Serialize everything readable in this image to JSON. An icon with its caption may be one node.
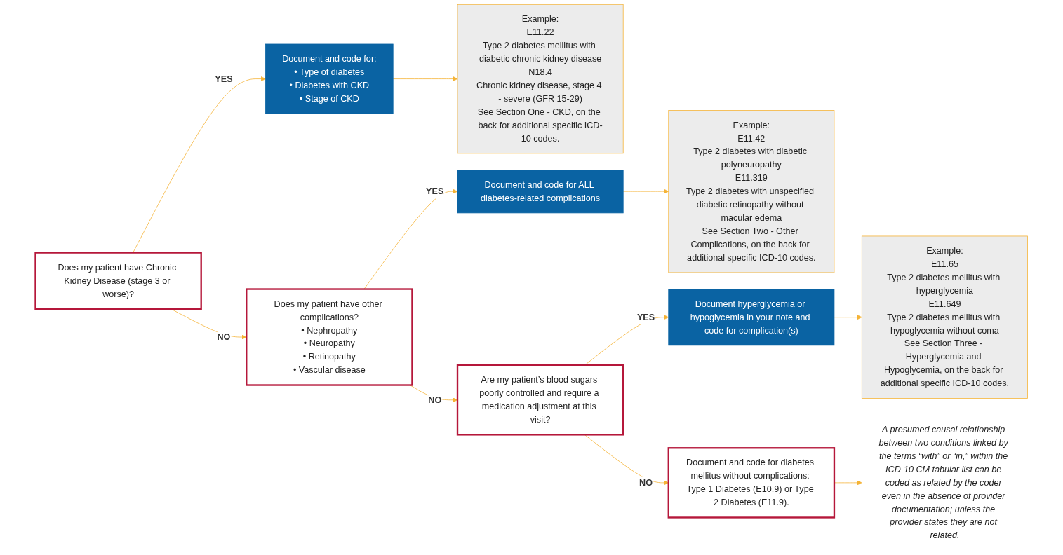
{
  "diagram": {
    "nodes": [
      {
        "text": [
          "Does my patient have Chronic Kidney Disease (stage 3 or worse)?"
        ]
      },
      {
        "text": [
          "Document and code for:",
          "• Type of diabetes",
          "• Diabetes with CKD",
          "• Stage of CKD"
        ]
      },
      {
        "text": [
          "Example:",
          "E11.22",
          "Type 2 diabetes mellitus with diabetic chronic kidney disease",
          "N18.4",
          "Chronic kidney disease, stage 4 - severe (GFR 15-29)",
          "See Section One - CKD, on the back for additional specific ICD-10 codes."
        ]
      },
      {
        "text": [
          "Does my patient have other complications?",
          "• Nephropathy",
          "• Neuropathy",
          "• Retinopathy",
          "• Vascular disease"
        ]
      },
      {
        "text": [
          "Document and code for ALL diabetes-related complications"
        ]
      },
      {
        "text": [
          "Example:",
          "E11.42",
          "Type 2 diabetes with diabetic polyneuropathy",
          "E11.319",
          "Type 2 diabetes with unspecified diabetic retinopathy without macular edema",
          "See Section Two - Other Complications, on the back for additional specific ICD-10 codes."
        ]
      },
      {
        "text": [
          "Are my patient’s blood sugars poorly controlled and require a medication adjustment at this visit?"
        ]
      },
      {
        "text": [
          "Document hyperglycemia or hypoglycemia in your note and code for complication(s)"
        ]
      },
      {
        "text": [
          "Example:",
          "E11.65",
          "Type 2 diabetes mellitus with hyperglycemia",
          "E11.649",
          "Type 2 diabetes mellitus with hypoglycemia without coma",
          "See Section Three - Hyperglycemia and Hypoglycemia, on the back for additional specific ICD-10 codes."
        ]
      },
      {
        "text": [
          "Document and code for diabetes mellitus without complications: Type 1 Diabetes (E10.9) or Type 2 Diabetes (E11.9)."
        ]
      },
      {
        "text": [
          "A presumed causal relationship between two conditions linked by the terms “with” or “in,” within the ICD-10 CM tabular list can be coded as related by the coder even in the absence of provider documentation; unless the provider states they are not related."
        ]
      }
    ],
    "edges": [
      {
        "from": 0,
        "to": 1,
        "arrow": "to",
        "label": "YES"
      },
      {
        "from": 1,
        "to": 2,
        "arrow": "to"
      },
      {
        "from": 0,
        "to": 3,
        "arrow": "to",
        "label": "NO"
      },
      {
        "from": 3,
        "to": 4,
        "arrow": "to",
        "label": "YES"
      },
      {
        "from": 4,
        "to": 5,
        "arrow": "to"
      },
      {
        "from": 3,
        "to": 6,
        "arrow": "to",
        "label": "NO"
      },
      {
        "from": 6,
        "to": 7,
        "arrow": "to",
        "label": "YES"
      },
      {
        "from": 7,
        "to": 8,
        "arrow": "to"
      },
      {
        "from": 6,
        "to": 9,
        "arrow": "to",
        "label": "NO"
      },
      {
        "from": 9,
        "to": 10,
        "arrow": "to"
      }
    ]
  }
}
